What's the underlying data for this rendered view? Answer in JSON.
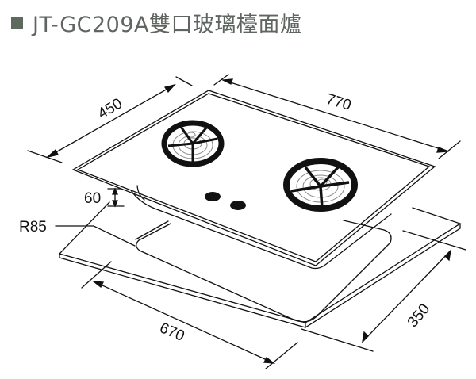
{
  "title": {
    "bullet": "square",
    "text": "JT-GC209A雙口玻璃檯面爐"
  },
  "diagram": {
    "subject": "Two-burner glass built-in gas hob installation drawing",
    "units": "mm",
    "colors": {
      "line": "#111111",
      "title": "#5f6560",
      "bullet": "#5e6a5e"
    },
    "dimensions": {
      "depth": "450",
      "width": "770",
      "height": "60",
      "corner_radius": "R85",
      "cutout_width": "670",
      "cutout_depth": "350"
    },
    "components": [
      "glass-top",
      "left-burner",
      "right-burner",
      "control-knob-left",
      "control-knob-right",
      "countertop",
      "cutout"
    ]
  }
}
